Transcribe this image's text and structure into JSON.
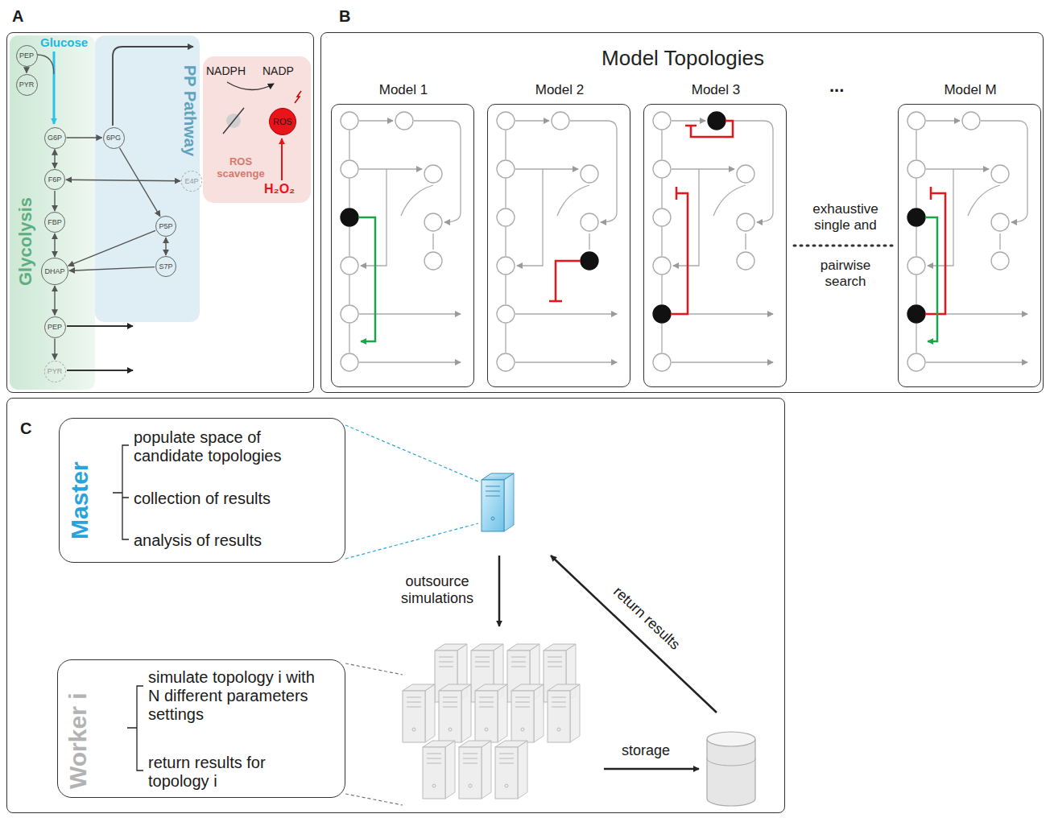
{
  "diagram": {
    "nodes": [
      {
        "text": [
          "A"
        ]
      },
      {
        "text": [
          "Glycolysis"
        ],
        "in": 0
      },
      {
        "text": [
          "PEP"
        ],
        "in": 1
      },
      {
        "text": [
          "PYR"
        ],
        "in": 1
      },
      {
        "text": [
          "G6P"
        ],
        "in": 1
      },
      {
        "text": [
          "F6P"
        ],
        "in": 1
      },
      {
        "text": [
          "FBP"
        ],
        "in": 1
      },
      {
        "text": [
          "DHAP"
        ],
        "in": 1
      },
      {
        "text": [
          "PEP"
        ],
        "in": 1
      },
      {
        "text": [
          "PYR"
        ],
        "in": 1
      },
      {
        "text": [
          "PP Pathway"
        ],
        "in": 0
      },
      {
        "text": [
          "6PG"
        ],
        "in": 10
      },
      {
        "text": [
          "E4P"
        ],
        "in": 10
      },
      {
        "text": [
          "P5P"
        ],
        "in": 10
      },
      {
        "text": [
          "S7P"
        ],
        "in": 10
      },
      {
        "text": [
          "ROS scavenge"
        ],
        "in": 0
      },
      {
        "text": [
          "ROS"
        ],
        "in": 15
      },
      {
        "text": [
          "B",
          "Model Topologies"
        ]
      },
      {
        "text": [
          "Model 1"
        ],
        "in": 17
      },
      {
        "text": [
          "Model 2"
        ],
        "in": 17
      },
      {
        "text": [
          "Model 3"
        ],
        "in": 17
      },
      {
        "text": [
          "Model M"
        ],
        "in": 17
      },
      {
        "text": [
          "C"
        ]
      },
      {
        "text": [
          "Master",
          "populate space of candidate topologies",
          "collection of results",
          "analysis of results"
        ],
        "in": 22
      },
      {
        "text": [
          "Worker i",
          "simulate topology i with N different parameters settings",
          "return results for topology i"
        ],
        "in": 22
      }
    ],
    "edges": [
      {
        "from": 2,
        "to": 3,
        "arrow": "to"
      },
      {
        "from": 4,
        "to": 5,
        "arrow": "both"
      },
      {
        "from": 5,
        "to": 6,
        "arrow": "to"
      },
      {
        "from": 6,
        "to": 7,
        "arrow": "both"
      },
      {
        "from": 7,
        "to": 8,
        "arrow": "both"
      },
      {
        "from": 8,
        "to": 9,
        "arrow": "to"
      },
      {
        "from": 4,
        "to": 11,
        "arrow": "to"
      },
      {
        "from": 11,
        "to": 13,
        "arrow": "to"
      },
      {
        "from": 5,
        "to": 12,
        "arrow": "both"
      },
      {
        "from": 13,
        "to": 7,
        "arrow": "to"
      },
      {
        "from": 14,
        "to": 7,
        "arrow": "to"
      },
      {
        "from": 13,
        "to": 14,
        "arrow": "both"
      }
    ],
    "labels": [
      "Glucose",
      "NADPH",
      "NADP",
      "H₂O₂",
      "...",
      "exhaustive single and",
      "pairwise search",
      "outsource simulations",
      "storage",
      "return results"
    ]
  }
}
